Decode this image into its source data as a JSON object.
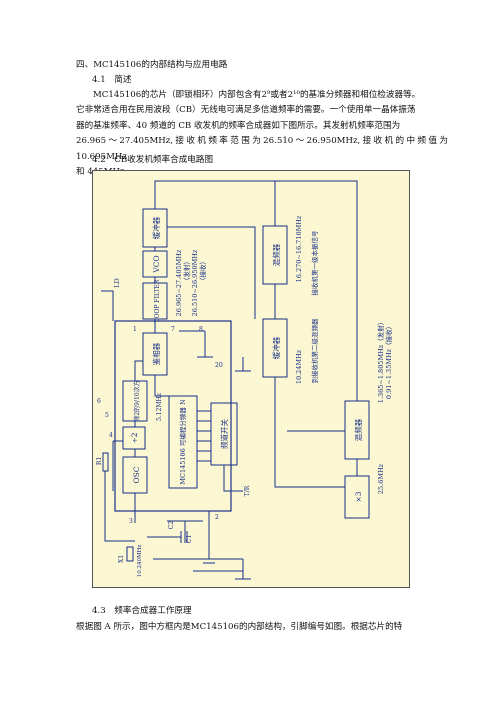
{
  "section": {
    "heading": "四、MC145106的内部结构与应用电路",
    "sub1": "4.1　简述",
    "intro": [
      "MC145106的芯片（即锁相环）内部包含有2⁹或者2¹⁰的基准分频器和相位检波器等。",
      "它非常适合用在民用波段（CB）无线电可满足多信道频率的需要。一个使用单一晶体振荡",
      "器的基准频率、40 频道的 CB 收发机的频率合成器如下图所示。其发射机频率范围为",
      "26.965～27.405MHz,接收机频率范围为26.510～26.950MHz,接收机的中频值为10.695MHz",
      "和 445MHz。"
    ],
    "sub2": "4.2　CB收发机频率合成电路图",
    "sub3": "4.3　频率合成器工作原理",
    "tail": "根据图 A 所示，图中方框内是MC145106的内部结构，引脚编号如图。根据芯片的特"
  },
  "figure": {
    "blocks": {
      "buffer": "缓冲器",
      "vco": "VCO",
      "loop_filter": "LOOP FILTER",
      "phase_det": "鉴相器",
      "ref_div": "除2的9/10次方",
      "div2": "÷2",
      "osc": "OSC",
      "prog_div": "MC145106 可编程分频器 N",
      "band_switch": "频道开关",
      "mixer1": "混频器",
      "buffer2": "缓冲器",
      "mixer2": "混频器",
      "x3": "×3"
    },
    "labels": {
      "tx_freq": "26.965~27.405MHz",
      "tx_note": "（发射）",
      "rx_freq": "26.510~26.950MHz",
      "rx_note": "（接收）",
      "if1_freq": "16.270~16.710MHz",
      "if1_note": "接收机第一级本振信号",
      "if2_freq": "10.24MHz",
      "if2_note": "到接收机第二级混频器",
      "ref_freq": "1.365~1.805MHz（发射）",
      "ref_freq2": "0.91~1.35MHz（接收）",
      "xtal_freq": "25.6MHz",
      "osc_out": "5.12MHz",
      "ld": "LD",
      "xtal": "X1",
      "xtal_val": "10.240MHz",
      "c1": "C1",
      "c2": "C2",
      "r1": "R1",
      "tx": "T/R"
    },
    "pins": [
      "1",
      "2",
      "3",
      "4",
      "5",
      "6",
      "7",
      "8",
      "20"
    ]
  }
}
